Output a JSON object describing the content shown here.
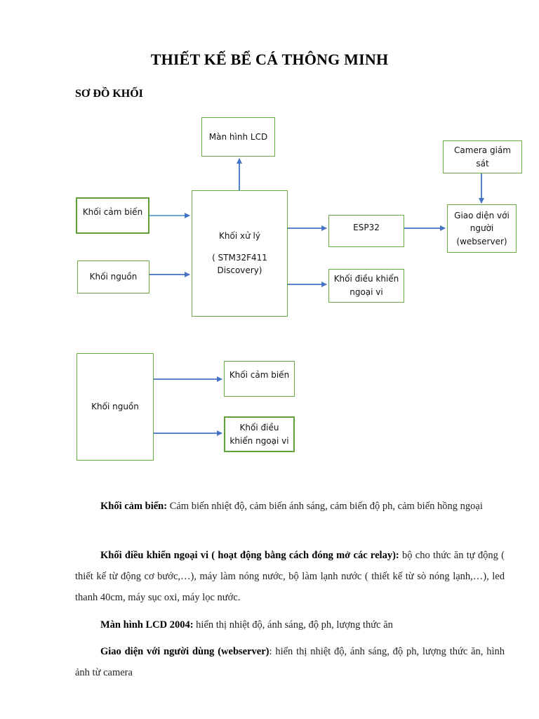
{
  "title": "THIẾT KẾ BỂ CÁ THÔNG MINH",
  "subtitle": "SƠ ĐỒ KHỐI",
  "diagram1": {
    "lcd": "Màn hình LCD",
    "camera": "Camera giám sát",
    "sensor": "Khối cảm biến",
    "power": "Khối nguồn",
    "processor_line1": "Khối xử lý",
    "processor_line2": "( STM32F411 Discovery)",
    "esp32": "ESP32",
    "web_ui": "Giao diện với người (webserver)",
    "peripheral": "Khối điều khiển ngoại vi"
  },
  "diagram2": {
    "power": "Khối nguồn",
    "sensor": "Khối cảm biến",
    "peripheral": "Khối điều khiển ngoại vi"
  },
  "paragraphs": [
    {
      "label": "Khối cảm biến:",
      "text": " Cảm biến nhiệt độ, cảm biến ánh sáng, cảm biến độ ph, cảm biến hồng ngoại"
    },
    {
      "label": "Khối điều khiển ngoại vi ( hoạt động bằng cách đóng mở các relay):",
      "text": " bộ cho thức ăn tự động ( thiết kế từ động cơ bước,…), máy làm nóng nước, bộ làm lạnh nước ( thiết kế từ sò nóng lạnh,…), led thanh 40cm, máy sục oxi, máy lọc nước."
    },
    {
      "label": "Màn hình LCD 2004:",
      "text": " hiển thị nhiệt độ, ánh sáng, độ ph, lượng thức ăn"
    },
    {
      "label": "Giao diện với người dùng (webserver)",
      "text": ": hiển thị nhiệt độ, ánh sáng, độ ph, lượng thức ăn, hình ảnh từ camera"
    }
  ],
  "colors": {
    "green_border": "#6aaa45",
    "arrow_blue": "#4472c4",
    "gray_border": "#7f7f7f"
  }
}
